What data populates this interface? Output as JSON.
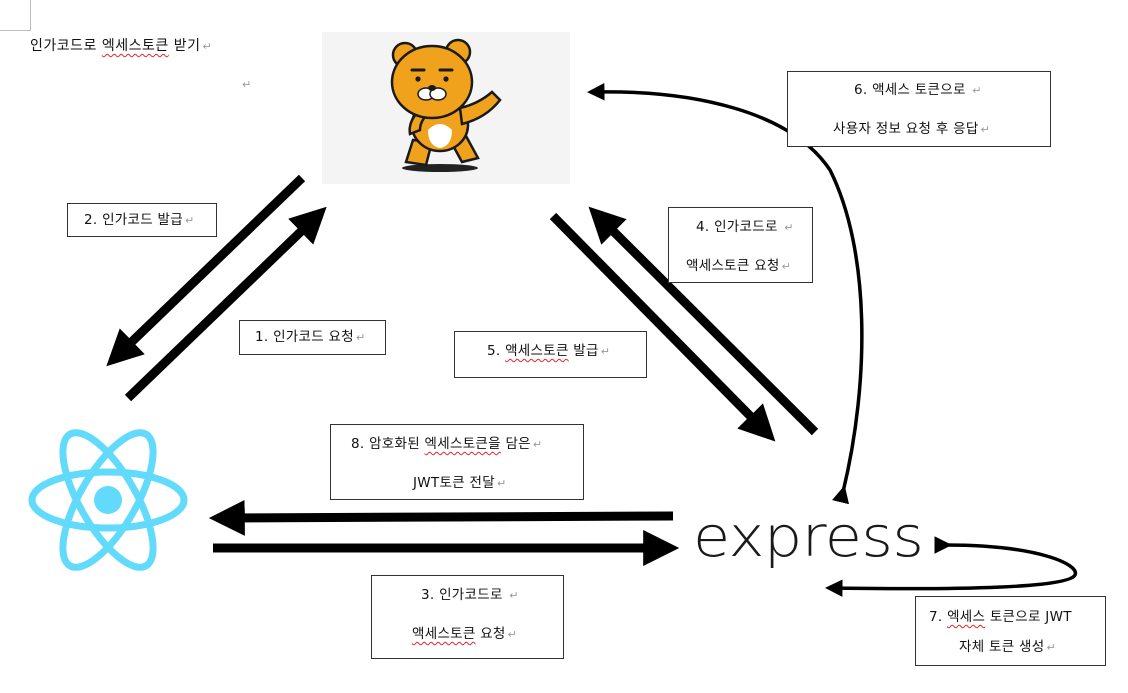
{
  "heading": {
    "text": "인가코드로 ",
    "underlined": "엑세스토큰",
    "text_after": " 받기",
    "mark": "↵"
  },
  "stray_mark": "↵",
  "logos": {
    "mascot": "kakao-ryan-mascot",
    "react": "react-atom-logo",
    "express": "express"
  },
  "colors": {
    "react": "#61dafb",
    "mascot": "#f0a21c",
    "arrow": "#000000"
  },
  "boxes": {
    "step1": {
      "line1": "1.  인가코드 요청",
      "mark": "↵"
    },
    "step2": {
      "line1": "2.  인가코드 발급",
      "mark": "↵"
    },
    "step3": {
      "line1": "3.  인가코드로 ",
      "line2": "액세스토큰",
      "line2_after": " 요청",
      "mark": "↵"
    },
    "step4": {
      "line1": "4.  인가코드로 ",
      "line2": "액세스토큰 요청",
      "mark": "↵"
    },
    "step5": {
      "line1_prefix": "5.  ",
      "line1": "액세스토큰",
      "line1_after": " 발급",
      "mark": "↵"
    },
    "step6": {
      "line1": "6.  액세스 토큰으로 ",
      "line2": "사용자 정보 요청 후 응답",
      "mark": "↵"
    },
    "step7": {
      "line1_prefix": "7.  ",
      "line1": "엑세스",
      "line1_after": " 토큰으로 JWT",
      "line2": "자체 토큰 생성",
      "mark": "↵"
    },
    "step8": {
      "line1": "8.  암호화된 ",
      "line1_underlined": "엑세스토큰을",
      "line1_after": " 담은",
      "line2": "JWT토큰 전달",
      "mark": "↵"
    }
  }
}
